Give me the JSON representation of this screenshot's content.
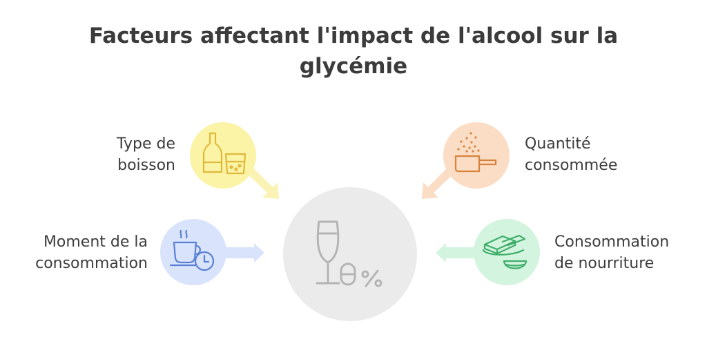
{
  "title": "Facteurs affectant l'impact de l'alcool sur la glycémie",
  "factors": {
    "type_boisson": {
      "line1": "Type de",
      "line2": "boisson",
      "icon": "bottle-glass-icon",
      "color": "#fbf3a6"
    },
    "quantite": {
      "line1": "Quantité",
      "line2": "consommée",
      "icon": "measuring-cup-icon",
      "color": "#fbdcc4"
    },
    "moment": {
      "line1": "Moment de la",
      "line2": "consommation",
      "icon": "cup-clock-icon",
      "color": "#d9e3fb"
    },
    "nourriture": {
      "line1": "Consommation",
      "line2": "de nourriture",
      "icon": "food-bowl-icon",
      "color": "#d3f4de"
    }
  },
  "center": {
    "icon": "wine-glass-percent-icon",
    "percent_text": "%"
  }
}
